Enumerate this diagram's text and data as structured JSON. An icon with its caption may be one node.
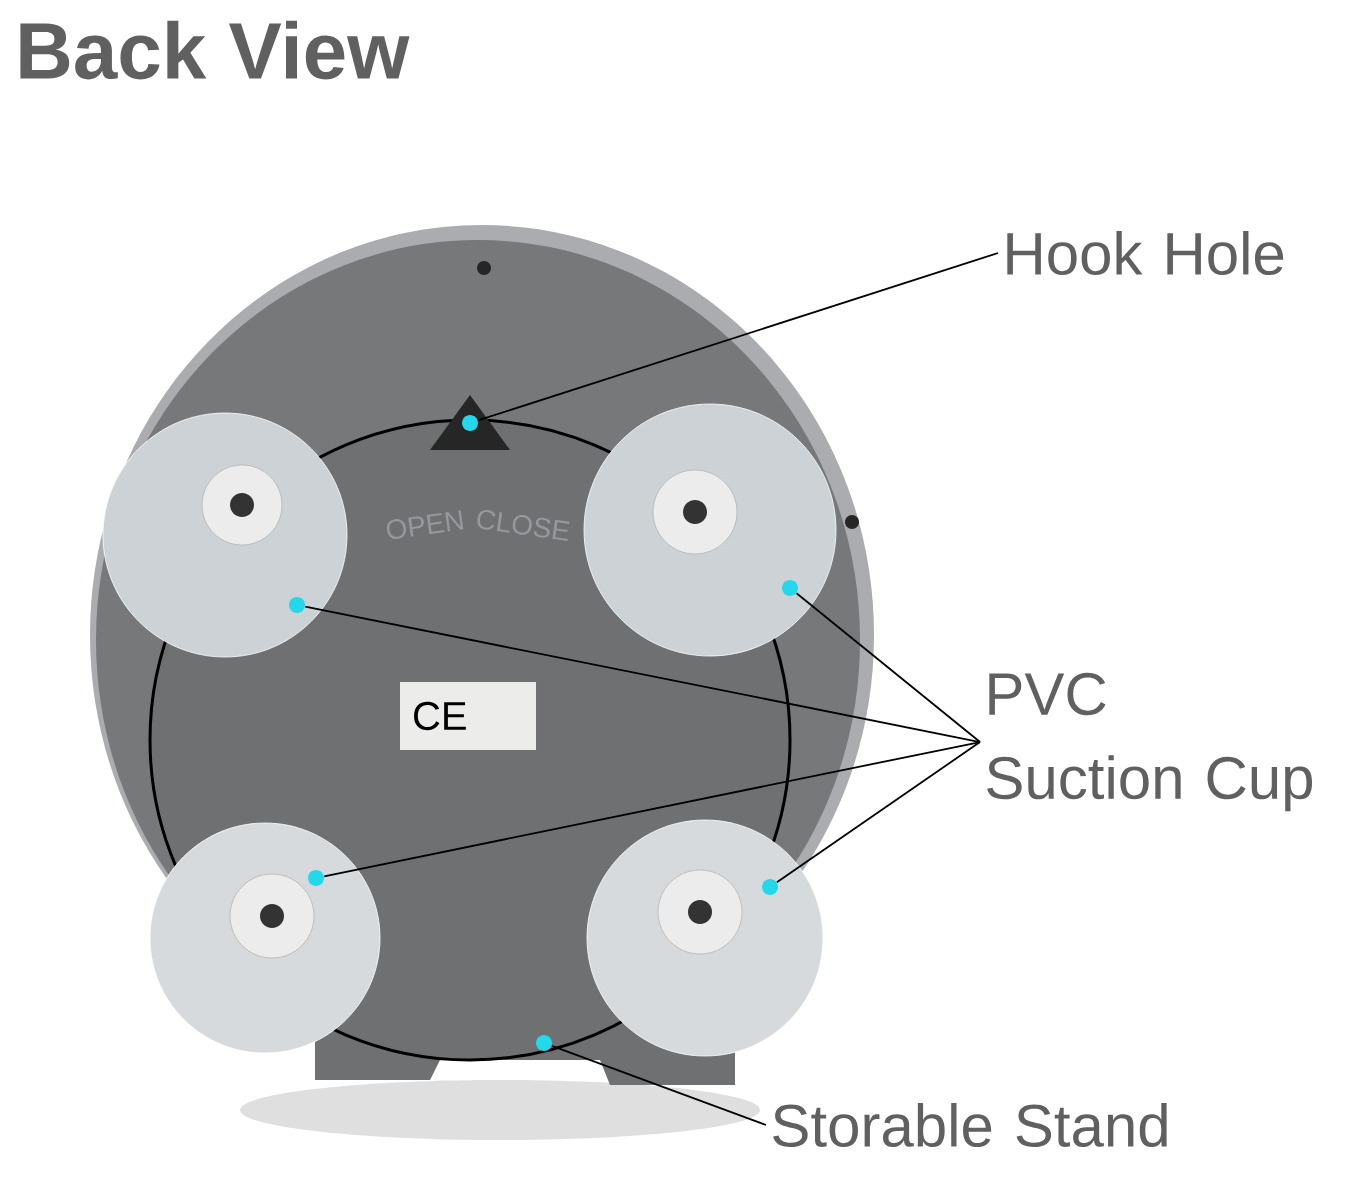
{
  "diagram": {
    "title": "Back View",
    "nodes": [
      {
        "text": [
          "Hook Hole"
        ]
      },
      {
        "text": [
          "PVC Suction Cup"
        ]
      },
      {
        "text": [
          "Storable Stand"
        ]
      },
      {
        "text": [],
        "shape": "circle"
      },
      {
        "text": [],
        "shape": "circle"
      },
      {
        "text": [],
        "shape": "circle"
      },
      {
        "text": [],
        "shape": "circle"
      },
      {
        "text": [],
        "shape": "circle"
      },
      {
        "text": [],
        "shape": "circle"
      }
    ],
    "edges": [
      {
        "from": 0,
        "to": 3,
        "arrow": "none"
      },
      {
        "from": 1,
        "to": 4,
        "arrow": "none"
      },
      {
        "from": 1,
        "to": 5,
        "arrow": "none"
      },
      {
        "from": 1,
        "to": 6,
        "arrow": "none"
      },
      {
        "from": 1,
        "to": 7,
        "arrow": "none"
      },
      {
        "from": 2,
        "to": 8,
        "arrow": "none"
      }
    ],
    "labels": [
      "OPEN",
      "CLOSE",
      "CE"
    ]
  }
}
